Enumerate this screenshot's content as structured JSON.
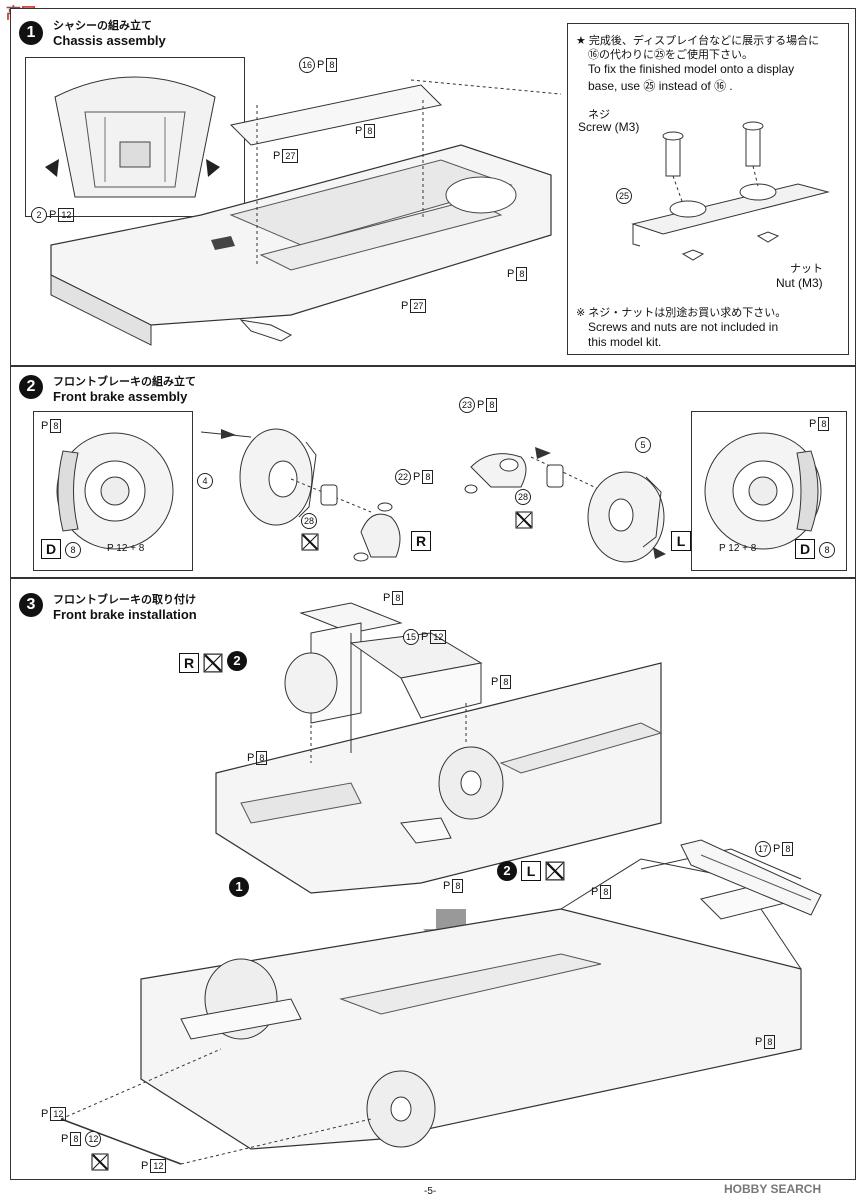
{
  "watermark_top_left": "高网",
  "watermark_bottom_right": "HOBBY SEARCH",
  "page_number": "-5-",
  "step1": {
    "number": "1",
    "title_jp": "シャシーの組み立て",
    "title_en": "Chassis assembly",
    "labels": [
      {
        "part": "16",
        "paint": "P",
        "color": "8"
      },
      {
        "part": "",
        "paint": "P",
        "color": "8"
      },
      {
        "part": "",
        "paint": "P",
        "color": "27"
      },
      {
        "part": "2",
        "paint": "P",
        "color": "12"
      },
      {
        "part": "",
        "paint": "P",
        "color": "8"
      },
      {
        "part": "",
        "paint": "P",
        "color": "27"
      }
    ],
    "note": {
      "line1_jp": "★ 完成後、ディスプレイ台などに展示する場合に",
      "line2_jp": "⑯の代わりに㉕をご使用下さい。",
      "line1_en": "To fix the finished model onto a display",
      "line2_en": "base, use ㉕ instead of ⑯ .",
      "screw_jp": "ネジ",
      "screw_en": "Screw (M3)",
      "part25": "25",
      "nut_jp": "ナット",
      "nut_en": "Nut (M3)",
      "footer_jp": "※ ネジ・ナットは別途お買い求め下さい。",
      "footer_en1": "Screws and nuts are not included in",
      "footer_en2": "this model kit."
    }
  },
  "step2": {
    "number": "2",
    "title_jp": "フロントブレーキの組み立て",
    "title_en": "Front brake assembly",
    "left_detail": {
      "paint": "P",
      "color": "8",
      "decal": "D",
      "decal_no": "8",
      "combo": "P 12 + 8"
    },
    "right_detail": {
      "paint": "P",
      "color": "8",
      "decal": "D",
      "decal_no": "8",
      "combo": "P 12 + 8"
    },
    "parts": [
      {
        "no": "4"
      },
      {
        "no": "22",
        "paint": "P",
        "color": "8"
      },
      {
        "no": "28"
      },
      {
        "no": "23",
        "paint": "P",
        "color": "8"
      },
      {
        "no": "28"
      },
      {
        "no": "5"
      }
    ],
    "side_R": "R",
    "side_L": "L"
  },
  "step3": {
    "number": "3",
    "title_jp": "フロントブレーキの取り付け",
    "title_en": "Front brake installation",
    "labels": [
      {
        "part": "",
        "paint": "P",
        "color": "8"
      },
      {
        "part": "15",
        "paint": "P",
        "color": "12"
      },
      {
        "part": "",
        "paint": "P",
        "color": "8"
      },
      {
        "part": "",
        "paint": "P",
        "color": "8"
      },
      {
        "part": "",
        "paint": "P",
        "color": "8"
      },
      {
        "part": "17",
        "paint": "P",
        "color": "8"
      },
      {
        "part": "",
        "paint": "P",
        "color": "8"
      },
      {
        "part": "",
        "paint": "P",
        "color": "8"
      },
      {
        "part": "",
        "paint": "P",
        "color": "12"
      },
      {
        "part": "12",
        "paint": "P",
        "color": "8"
      },
      {
        "part": "",
        "paint": "P",
        "color": "12"
      }
    ],
    "sub_R": "R",
    "sub_R_step": "2",
    "sub_L": "L",
    "sub_L_step": "2",
    "base_step": "1"
  }
}
